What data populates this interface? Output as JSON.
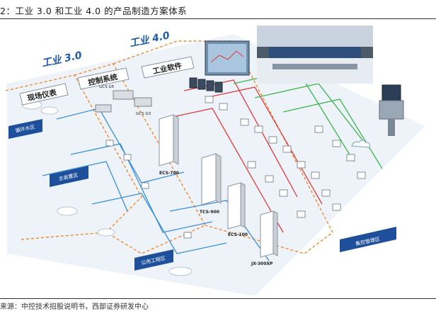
{
  "figure": {
    "caption": "2：工业 3.0 和工业 4.0 的产品制造方案体系",
    "source": "来源：中控技术招股说明书，西部证券研发中心"
  },
  "labels": {
    "industry30": "工业 3.0",
    "industry40": "工业 4.0",
    "field_instruments": "现场仪表",
    "control_system": "控制系统",
    "industrial_software": "工业软件",
    "area_left": "循环水区",
    "area_mid": "主装置区",
    "area_bottom": "公用工程区",
    "area_right": "集控管理区",
    "ecs700": "ECS-700",
    "tcs900": "TCS-900",
    "ecs100": "ECS-100",
    "jx300": "JX-300XP",
    "gcs": "GCS G5",
    "gcs2": "GCS G3"
  },
  "colors": {
    "accent_blue": "#1f5aa8",
    "orange_dash": "#f08a2a",
    "network_blue": "#3a8fd8",
    "network_red": "#e03a3a",
    "network_green": "#3cb44b",
    "band_blue": "#1d4f9a"
  }
}
